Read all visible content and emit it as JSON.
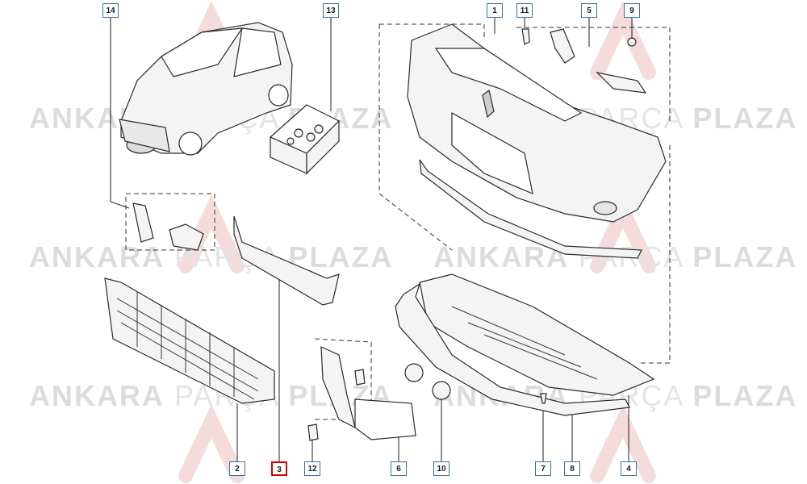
{
  "watermark": {
    "w1": "ANKARA",
    "w2": "PARÇA",
    "w3": "PLAZA"
  },
  "callouts": {
    "c14": "14",
    "c13": "13",
    "c1": "1",
    "c11": "11",
    "c5": "5",
    "c9": "9",
    "c2": "2",
    "c3": "3",
    "c12": "12",
    "c6": "6",
    "c10": "10",
    "c7": "7",
    "c8": "8",
    "c4": "4"
  },
  "colors": {
    "callout_border": "#3a6fa0",
    "highlight_border": "#d40000",
    "watermark_logo": "#f3d6d6"
  }
}
